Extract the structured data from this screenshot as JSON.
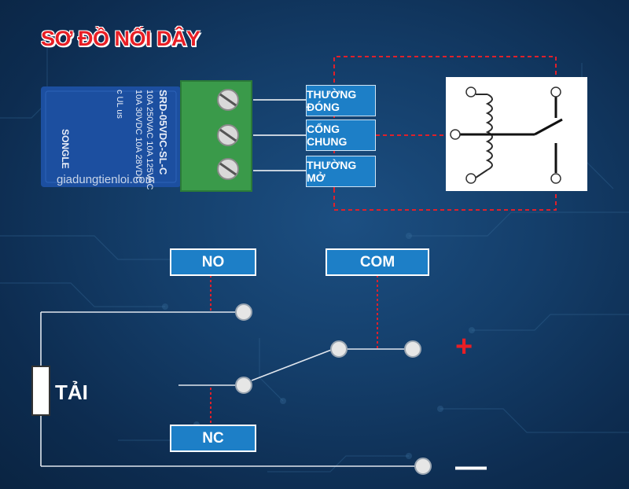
{
  "title": "SƠ ĐỒ NỐI DÂY",
  "relay": {
    "brand": "SONGLE",
    "model": "SRD-05VDC-SL-C",
    "ratings": [
      "10A 250VAC  10A 125VAC",
      "10A 30VDC  10A 28VDC"
    ],
    "cert": "c UL us",
    "watermark": "giadungtienloi.com"
  },
  "terminal_labels": [
    "THƯỜNG ĐÓNG",
    "CỔNG CHUNG",
    "THƯỜNG MỞ"
  ],
  "circuit": {
    "no_label": "NO",
    "com_label": "COM",
    "nc_label": "NC",
    "load_label": "TẢI",
    "positive_symbol": "+",
    "negative_symbol": "—"
  },
  "colors": {
    "background": "#143e6a",
    "title": "#e81e25",
    "label_box": "#1d7fc7",
    "relay_body": "#1c4fa0",
    "terminal_block": "#3a9a4a",
    "dashed": "#e0202a"
  }
}
